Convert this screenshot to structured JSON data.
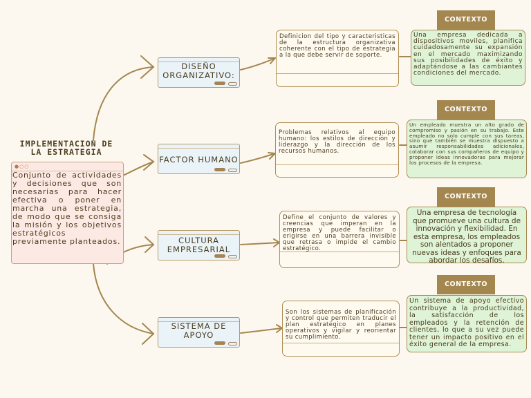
{
  "central": {
    "title": "IMPLEMENTACION DE LA ESTRATEGIA",
    "description": "Conjunto de actividades y decisiones que son necesarias para hacer efectiva o poner en marcha una estrategia, de modo que se consiga la misión y los objetivos estratégicos previamente planteados."
  },
  "branches": [
    {
      "label": "DISEÑO ORGANIZATIVO:",
      "definition": "Definicion del tipo y caracteristicas de la estructura organizativa coherente con el tipo de estrategia a la que debe servir de soporte.",
      "context_label": "CONTEXTO",
      "context": "Una empresa dedicada a dispositivos moviles, planifica cuidadosamente su expansión en el mercado maximizando sus posibilidades de éxito y adaptándose a las cambiantes condiciones del mercado."
    },
    {
      "label": "FACTOR HUMANO",
      "definition": "Problemas relativos al equipo humano: los estilos de dirección y liderazgo y la dirección de los recursos humanos.",
      "context_label": "CONTEXTO",
      "context": "Un empleado muestra un alto grado de compromiso y pasión en su trabajo. Este empleado no solo cumple con sus tareas, sino que también se muestra dispuesto a asumir responsabilidades adicionales, colaborar con sus compañeros de equipo y proponer ideas innovadoras para mejorar los procesos de la empresa."
    },
    {
      "label": "CULTURA EMPRESARIAL",
      "definition": "Define el conjunto de valores y creencias que imperan en la empresa y puede facilitar o erigirse en una barrera invisible que retrasa o impide el cambio estratégico.",
      "context_label": "CONTEXTO",
      "context": "Una empresa de tecnología que promueve una cultura de innovación y flexibilidad. En esta empresa, los empleados son alentados a proponer nuevas ideas y enfoques para abordar los desafíos."
    },
    {
      "label": "SISTEMA DE APOYO",
      "definition": "Son los sistemas de planificación y control que permiten traducir el plan estratégico en planes operativos y vigilar y reorientar su cumplimiento.",
      "context_label": "CONTEXTO",
      "context": "Un sistema de apoyo efectivo contribuye a la productividad, la satisfacción de los empleados y la retención de clientes, lo que a su vez puede tener un impacto positivo en el éxito general de la empresa."
    }
  ],
  "colors": {
    "background": "#fdf8ef",
    "connector": "#a4864f",
    "central_card": "#fde9e4",
    "branch_card": "#eaf3f8",
    "context_card": "#dff3d6",
    "context_label": "#a4864f"
  }
}
